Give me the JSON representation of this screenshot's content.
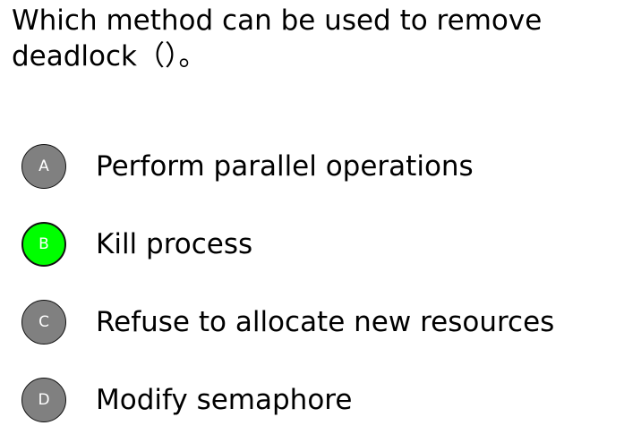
{
  "question": "Which method can be used to remove deadlock（）。",
  "colors": {
    "default": "#808080",
    "selected": "#00ff00"
  },
  "options": [
    {
      "letter": "A",
      "text": "Perform parallel operations",
      "selected": false
    },
    {
      "letter": "B",
      "text": "Kill process",
      "selected": true
    },
    {
      "letter": "C",
      "text": "Refuse to allocate new resources",
      "selected": false
    },
    {
      "letter": "D",
      "text": "Modify semaphore",
      "selected": false
    }
  ]
}
